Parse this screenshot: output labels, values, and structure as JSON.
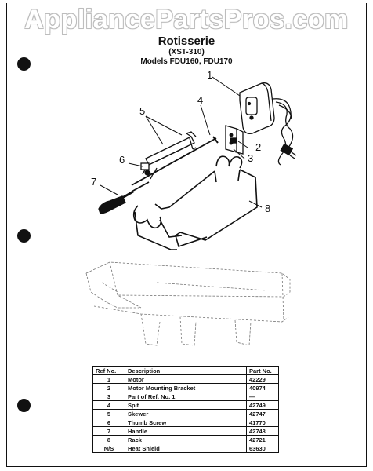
{
  "watermark": "AppliancePartsPros.com",
  "header": {
    "title": "Rotisserie",
    "model_code": "(XST-310)",
    "models": "Models FDU160, FDU170"
  },
  "callouts": [
    "1",
    "2",
    "3",
    "4",
    "5",
    "6",
    "7",
    "8"
  ],
  "parts_table": {
    "headers": [
      "Ref No.",
      "Description",
      "Part No."
    ],
    "rows": [
      {
        "ref": "1",
        "desc": "Motor",
        "part": "42229"
      },
      {
        "ref": "2",
        "desc": "Motor Mounting Bracket",
        "part": "40974"
      },
      {
        "ref": "3",
        "desc": "Part of Ref. No. 1",
        "part": "—"
      },
      {
        "ref": "4",
        "desc": "Spit",
        "part": "42749"
      },
      {
        "ref": "5",
        "desc": "Skewer",
        "part": "42747"
      },
      {
        "ref": "6",
        "desc": "Thumb Screw",
        "part": "41770"
      },
      {
        "ref": "7",
        "desc": "Handle",
        "part": "42748"
      },
      {
        "ref": "8",
        "desc": "Rack",
        "part": "42721"
      },
      {
        "ref": "N/S",
        "desc": "Heat Shield",
        "part": "63630"
      }
    ]
  }
}
